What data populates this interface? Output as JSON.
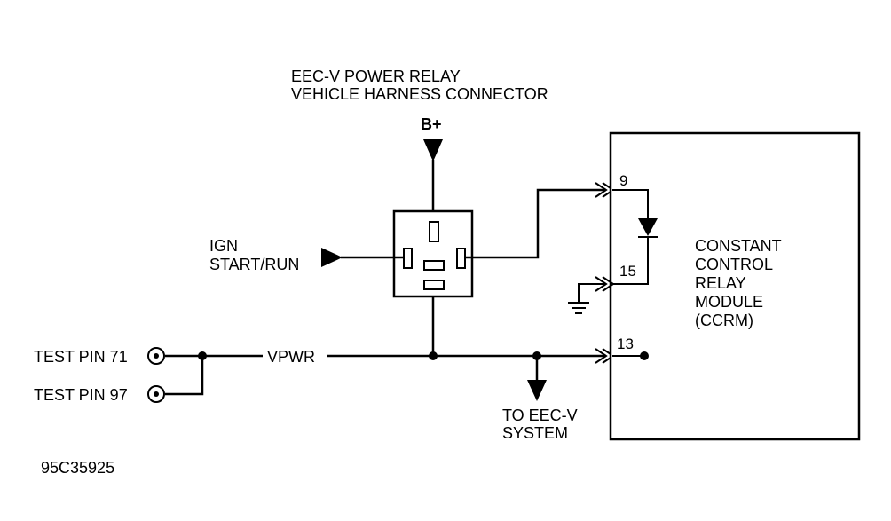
{
  "connector": {
    "title_line1": "EEC-V POWER RELAY",
    "title_line2": "VEHICLE HARNESS CONNECTOR"
  },
  "supply": {
    "label": "B+"
  },
  "ign": {
    "line1": "IGN",
    "line2": "START/RUN"
  },
  "test_pins": {
    "pin71": "TEST PIN 71",
    "pin97": "TEST PIN 97"
  },
  "vpwr": {
    "label": "VPWR"
  },
  "eec": {
    "line1": "TO EEC-V",
    "line2": "SYSTEM"
  },
  "module": {
    "line1": "CONSTANT",
    "line2": "CONTROL",
    "line3": "RELAY",
    "line4": "MODULE",
    "line5": "(CCRM)",
    "pins": {
      "p9": "9",
      "p15": "15",
      "p13": "13"
    }
  },
  "figure_id": "95C35925"
}
